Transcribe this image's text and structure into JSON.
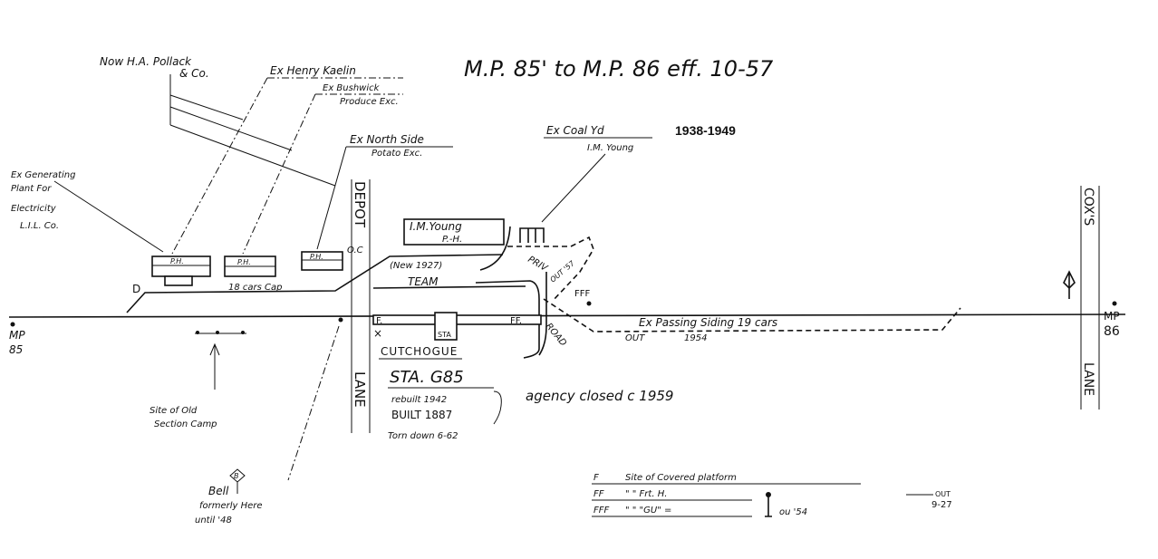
{
  "title": "M.P. 85' to M.P. 86 eff. 10-57",
  "date_note": "1938-1949",
  "labels": {
    "pollack_1": "Now H.A. Pollack",
    "pollack_2": "& Co.",
    "kaelin": "Ex Henry Kaelin",
    "bushwick_1": "Ex Bushwick",
    "bushwick_2": "Produce Exc.",
    "northside_1": "Ex North Side",
    "northside_2": "Potato Exc.",
    "generating_1": "Ex Generating",
    "generating_2": "Plant  For",
    "generating_3": "Electricity",
    "generating_4": "L.I.L. Co.",
    "coal_1": "Ex Coal Yd",
    "coal_2": "I.M. Young",
    "depot": "DEPOT",
    "coxs": "COX'S",
    "lane_depot": "LANE",
    "lane_coxs": "LANE",
    "imyoung_1": "I.M.Young",
    "imyoung_2": "P.-H.",
    "ph1": "P.H.",
    "ph2": "P.H.",
    "ph3": "P.H.",
    "d": "D",
    "cars18": "18 cars Cap",
    "oc": "O.C",
    "new1927": "(New 1927)",
    "team": "TEAM",
    "priv": "PRIV",
    "out57": "OUT '57",
    "fff_marker": "FFF",
    "mp85_1": "MP",
    "mp85_2": "85",
    "mp86_1": "MP",
    "mp86_2": "86",
    "f_marker": "F.",
    "sta": "STA",
    "ff_marker": "FF.",
    "road": "ROAD",
    "passing_siding": "Ex  Passing   Siding    19 cars",
    "out1954_1": "OUT",
    "out1954_2": "1954",
    "cutchogue": "CUTCHOGUE",
    "station_id": "STA. G85",
    "rebuilt": "rebuilt 1942",
    "built": "BUILT 1887",
    "torn_down": "Torn down 6-62",
    "agency": "agency closed c 1959",
    "section_camp_1": "Site of Old",
    "section_camp_2": "Section Camp",
    "bell_1": "Bell",
    "bell_2": "formerly Here",
    "bell_3": "until '48",
    "bell_b": "B"
  },
  "legend": [
    {
      "key": "F",
      "text": "Site of Covered platform"
    },
    {
      "key": "FF",
      "text": "\"   \" Frt. H."
    },
    {
      "key": "FFF",
      "text": "\"   \" \"GU\" ="
    },
    {
      "key": "",
      "text": "ou '54"
    }
  ],
  "out_note_1": "OUT",
  "out_note_2": "9-27"
}
